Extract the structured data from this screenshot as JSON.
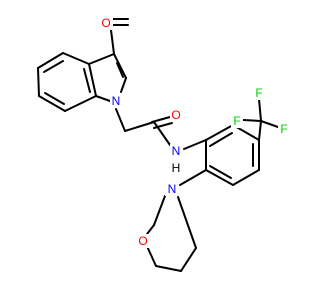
{
  "colors": {
    "bond": "#000000",
    "carbon_label": "#000000",
    "oxygen": "#ff0000",
    "nitrogen": "#0000ff",
    "fluorine": "#00cc00",
    "hydrogen_on_n": "#000000",
    "background": "#ffffff"
  },
  "atoms": {
    "aldehyde_o": "O",
    "indole_n": "N",
    "amide_o": "O",
    "amide_n": "N",
    "amide_h": "H",
    "fluorine_1": "F",
    "fluorine_2": "F",
    "fluorine_3": "F",
    "morpholine_n": "N",
    "morpholine_o": "O"
  }
}
